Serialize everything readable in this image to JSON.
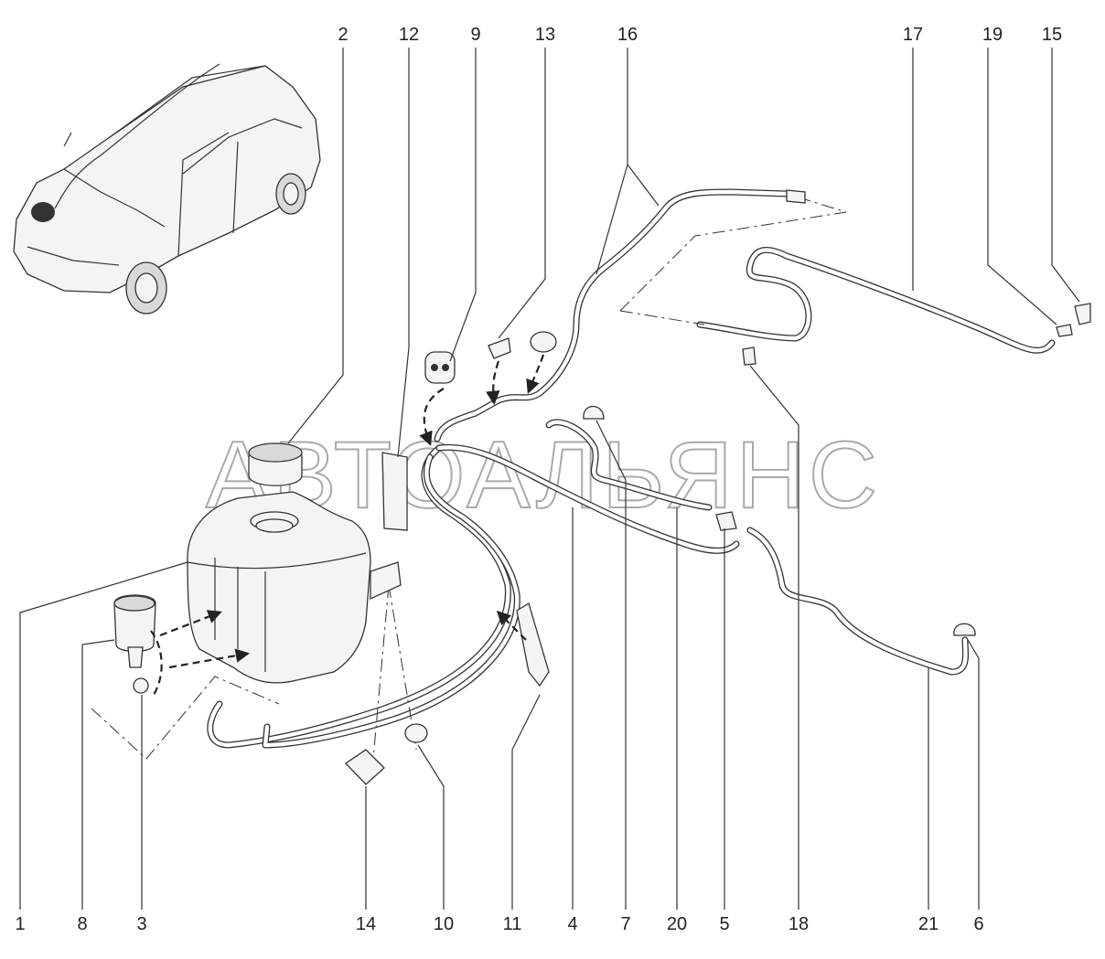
{
  "watermark": "АВТОАЛЬЯНС",
  "callouts": {
    "top": [
      "2",
      "12",
      "9",
      "13",
      "16",
      "17",
      "19",
      "15"
    ],
    "bottom": [
      "1",
      "8",
      "3",
      "14",
      "10",
      "11",
      "4",
      "7",
      "20",
      "5",
      "18",
      "21",
      "6"
    ]
  }
}
